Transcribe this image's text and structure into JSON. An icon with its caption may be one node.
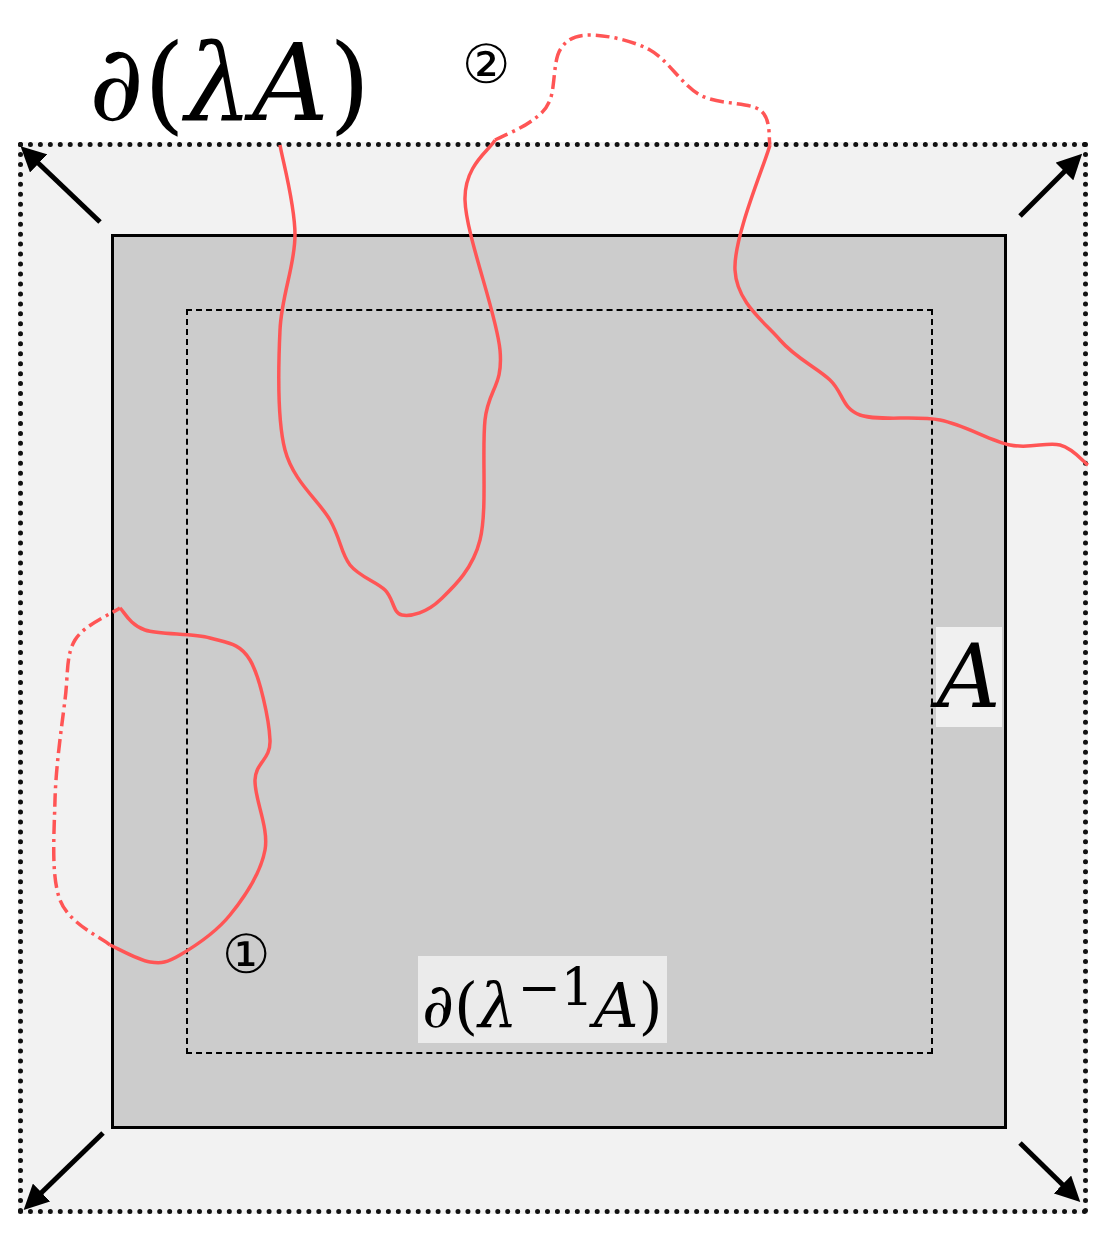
{
  "diagram": {
    "nodes": [
      {
        "text": [
          "∂(*λA*)"
        ]
      },
      {
        "text": [
          "A"
        ],
        "in": 0
      },
      {
        "text": [
          "∂(*λ*$^{−1}$*A*)"
        ],
        "in": 1
      }
    ],
    "labels": [
      "①",
      "②"
    ]
  }
}
